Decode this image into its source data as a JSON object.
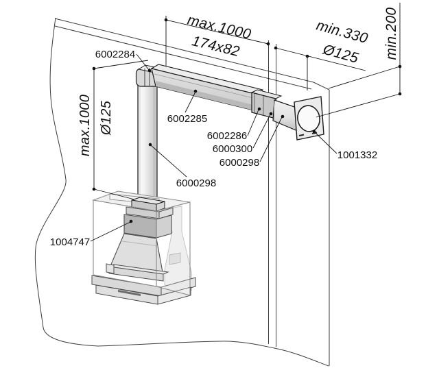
{
  "diagram": {
    "dimensions": {
      "arm_length": "max.1000",
      "arm_section": "174x82",
      "outlet_length": "min.330",
      "outlet_diameter": "Ø125",
      "top_clearance": "min.200",
      "riser_length": "max.1000",
      "riser_diameter": "Ø125"
    },
    "parts": [
      {
        "id": "bend-piece",
        "label": "6002284"
      },
      {
        "id": "flat-duct-horizontal",
        "label": "6002285"
      },
      {
        "id": "connector-piece",
        "label": "6002286"
      },
      {
        "id": "telescopic-piece",
        "label": "6000300"
      },
      {
        "id": "round-duct-horizontal",
        "label": "6000298"
      },
      {
        "id": "round-duct-vertical",
        "label": "6000298"
      },
      {
        "id": "cooker-hood",
        "label": "1004747"
      },
      {
        "id": "wall-outlet",
        "label": "1001332"
      }
    ]
  }
}
